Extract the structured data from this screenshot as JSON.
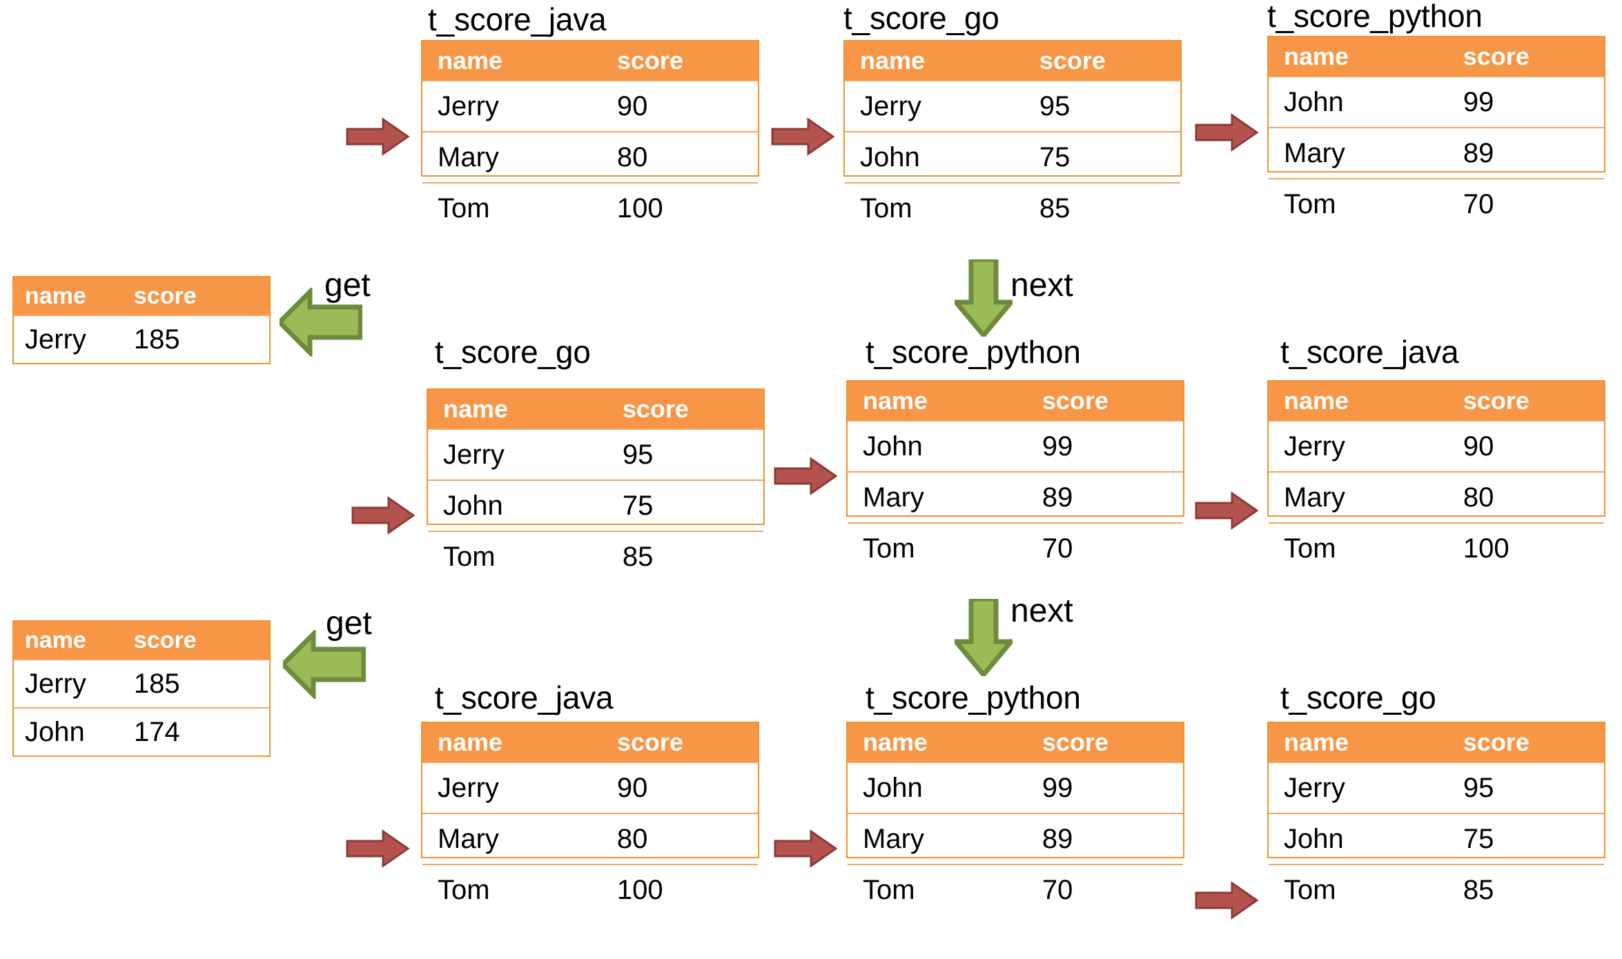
{
  "colors": {
    "header_orange": "#F79646",
    "table_border": "#F0922B",
    "row_divider": "#F4A460",
    "arrow_red_fill": "#B4524E",
    "arrow_red_stroke": "#8C3A36",
    "arrow_green_fill": "#9BBB59",
    "arrow_green_stroke": "#6E8B3D",
    "text": "#000000",
    "header_text": "#FFFFFF",
    "background": "#FFFFFF"
  },
  "columns": {
    "name": "name",
    "score": "score"
  },
  "labels": {
    "get": "get",
    "next": "next"
  },
  "tables": [
    {
      "id": "r1c1",
      "title": "t_score_java",
      "columns": [
        "name",
        "score"
      ],
      "rows": [
        {
          "name": "Jerry",
          "score": "90"
        },
        {
          "name": "Mary",
          "score": "80"
        },
        {
          "name": "Tom",
          "score": "100"
        }
      ],
      "cursor_row": 0
    },
    {
      "id": "r1c2",
      "title": "t_score_go",
      "columns": [
        "name",
        "score"
      ],
      "rows": [
        {
          "name": "Jerry",
          "score": "95"
        },
        {
          "name": "John",
          "score": "75"
        },
        {
          "name": "Tom",
          "score": "85"
        }
      ],
      "cursor_row": 0
    },
    {
      "id": "r1c3",
      "title": "t_score_python",
      "columns": [
        "name",
        "score"
      ],
      "rows": [
        {
          "name": "John",
          "score": "99"
        },
        {
          "name": "Mary",
          "score": "89"
        },
        {
          "name": "Tom",
          "score": "70"
        }
      ],
      "cursor_row": 0
    },
    {
      "id": "r2c1",
      "title": "t_score_go",
      "columns": [
        "name",
        "score"
      ],
      "rows": [
        {
          "name": "Jerry",
          "score": "95"
        },
        {
          "name": "John",
          "score": "75"
        },
        {
          "name": "Tom",
          "score": "85"
        }
      ],
      "cursor_row": 1
    },
    {
      "id": "r2c2",
      "title": "t_score_python",
      "columns": [
        "name",
        "score"
      ],
      "rows": [
        {
          "name": "John",
          "score": "99"
        },
        {
          "name": "Mary",
          "score": "89"
        },
        {
          "name": "Tom",
          "score": "70"
        }
      ],
      "cursor_row": 0
    },
    {
      "id": "r2c3",
      "title": "t_score_java",
      "columns": [
        "name",
        "score"
      ],
      "rows": [
        {
          "name": "Jerry",
          "score": "90"
        },
        {
          "name": "Mary",
          "score": "80"
        },
        {
          "name": "Tom",
          "score": "100"
        }
      ],
      "cursor_row": 1
    },
    {
      "id": "r3c1",
      "title": "t_score_java",
      "columns": [
        "name",
        "score"
      ],
      "rows": [
        {
          "name": "Jerry",
          "score": "90"
        },
        {
          "name": "Mary",
          "score": "80"
        },
        {
          "name": "Tom",
          "score": "100"
        }
      ],
      "cursor_row": 1
    },
    {
      "id": "r3c2",
      "title": "t_score_python",
      "columns": [
        "name",
        "score"
      ],
      "rows": [
        {
          "name": "John",
          "score": "99"
        },
        {
          "name": "Mary",
          "score": "89"
        },
        {
          "name": "Tom",
          "score": "70"
        }
      ],
      "cursor_row": 1
    },
    {
      "id": "r3c3",
      "title": "t_score_go",
      "columns": [
        "name",
        "score"
      ],
      "rows": [
        {
          "name": "Jerry",
          "score": "95"
        },
        {
          "name": "John",
          "score": "75"
        },
        {
          "name": "Tom",
          "score": "85"
        }
      ],
      "cursor_row": 2
    }
  ],
  "results": [
    {
      "id": "res1",
      "columns": [
        "name",
        "score"
      ],
      "rows": [
        {
          "name": "Jerry",
          "score": "185"
        }
      ]
    },
    {
      "id": "res2",
      "columns": [
        "name",
        "score"
      ],
      "rows": [
        {
          "name": "Jerry",
          "score": "185"
        },
        {
          "name": "John",
          "score": "174"
        }
      ]
    }
  ]
}
